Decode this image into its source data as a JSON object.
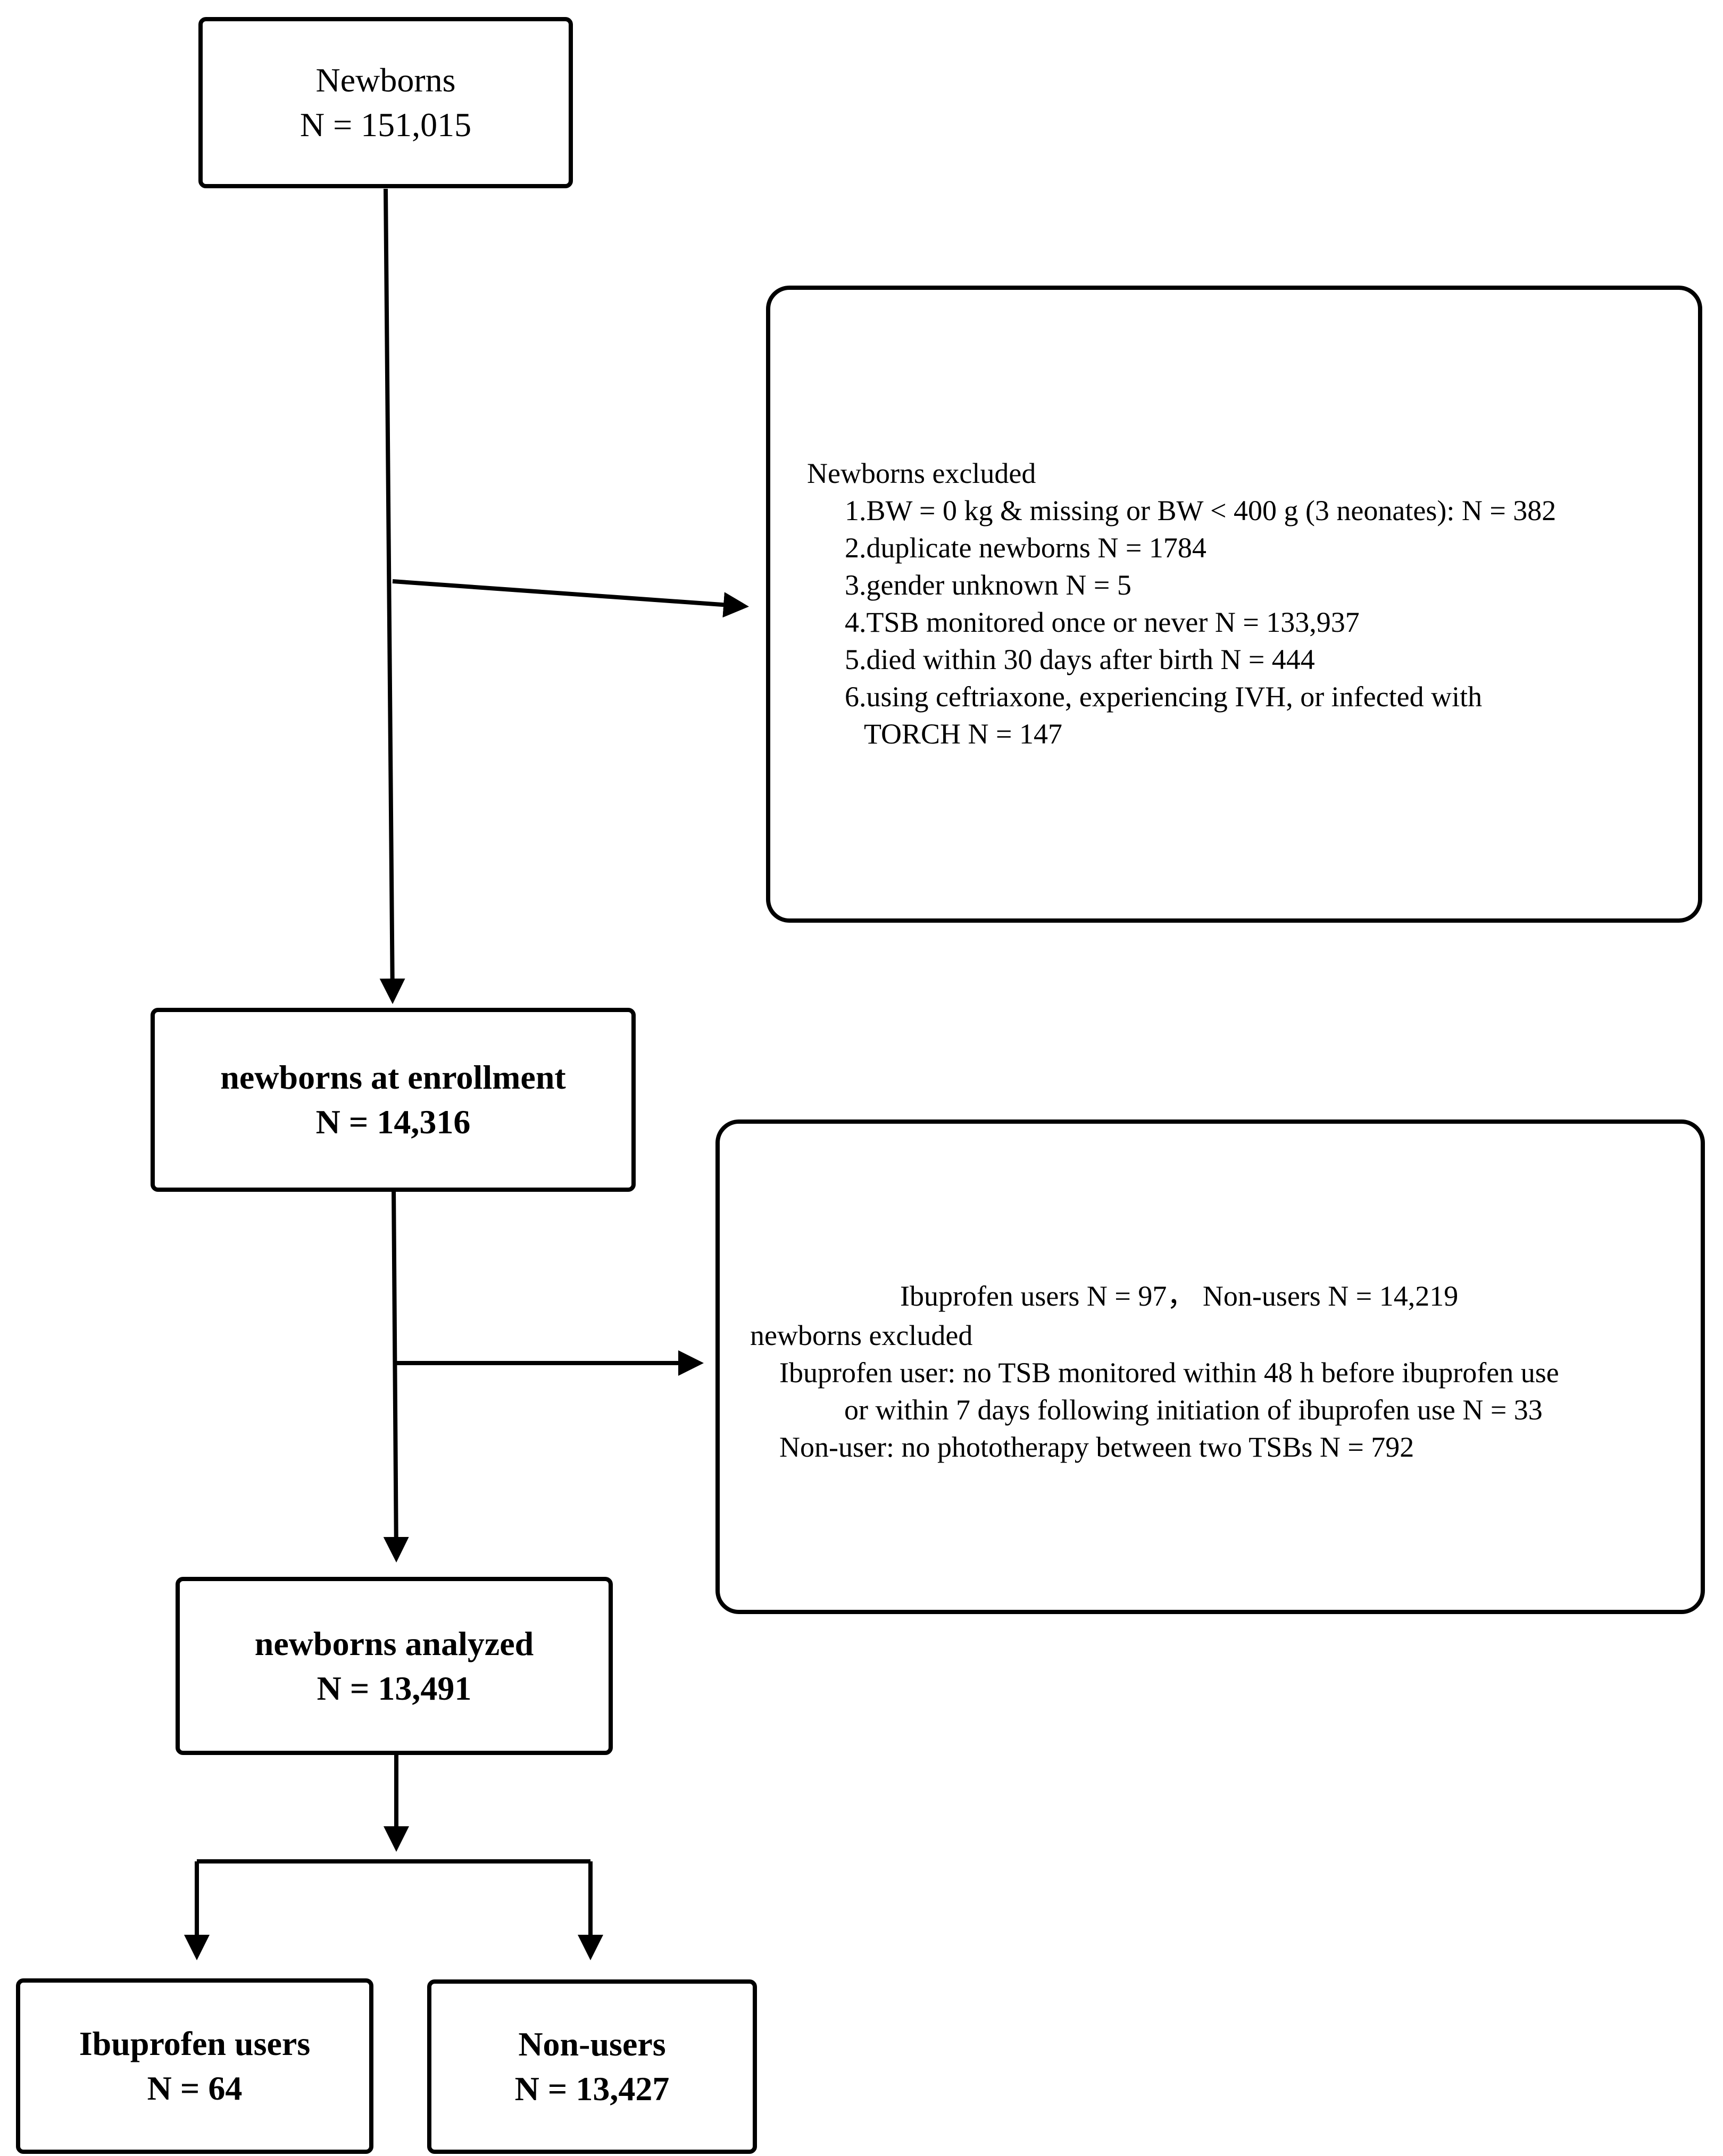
{
  "diagram": {
    "newborns": {
      "title": "Newborns",
      "count": "N = 151,015"
    },
    "excluded1": {
      "heading": "Newborns excluded",
      "items": [
        "1.BW = 0 kg & missing or BW < 400 g (3 neonates): N = 382",
        "2.duplicate newborns N = 1784",
        "3.gender unknown N = 5",
        "4.TSB monitored once or never N = 133,937",
        "5.died within 30 days after birth N = 444",
        "6.using ceftriaxone, experiencing IVH, or infected with",
        "TORCH N = 147"
      ]
    },
    "enrollment": {
      "title": "newborns at enrollment",
      "count": "N = 14,316"
    },
    "excluded2": {
      "summary": "Ibuprofen users N = 97， Non-users N = 14,219",
      "heading": "newborns excluded",
      "line1": "Ibuprofen user: no TSB monitored within 48 h before ibuprofen use",
      "line2": "or within 7 days following initiation of ibuprofen use N = 33",
      "line3": "Non-user: no phototherapy between two TSBs N = 792"
    },
    "analyzed": {
      "title": "newborns analyzed",
      "count": "N = 13,491"
    },
    "users": {
      "title": "Ibuprofen users",
      "count": "N = 64"
    },
    "nonusers": {
      "title": "Non-users",
      "count": "N = 13,427"
    }
  }
}
